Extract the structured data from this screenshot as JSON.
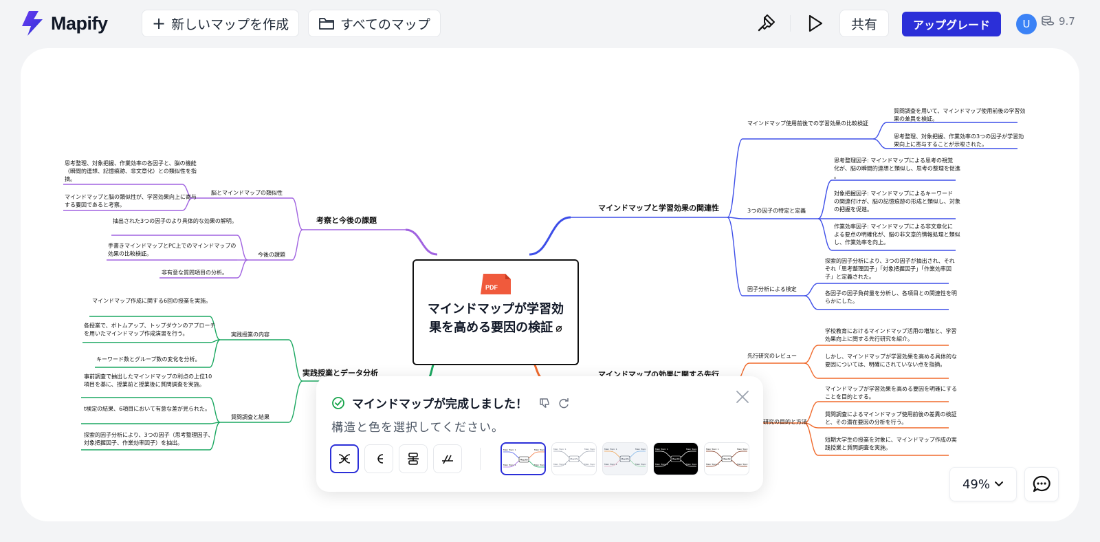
{
  "app": {
    "name": "Mapify",
    "new_map": "新しいマップを作成",
    "all_maps": "すべてのマップ",
    "share": "共有",
    "upgrade": "アップグレード",
    "avatar_initial": "U",
    "credits": "9.7",
    "icons": {
      "brand": "lightning-bolt-icon",
      "format": "paintbrush-icon",
      "play": "play-icon",
      "folder": "folder-icon",
      "credits": "coins-icon"
    }
  },
  "map": {
    "root": {
      "icon_label": "PDF",
      "title": "マインドマップが学習効果を高める要因の検証"
    },
    "branches": {
      "b1": "マインドマップと学習効果の関連性",
      "b2": "マインドマップの効果に関する先行",
      "b3": "考察と今後の課題",
      "b4": "実践授業とデータ分析"
    },
    "subs": {
      "b1s1": "マインドマップ使用前後での学習効果の比較検証",
      "b1s2": "3つの因子の特定と定義",
      "b1s3": "因子分析による検定",
      "b2s1": "先行研究のレビュー",
      "b2s2": "研究の目的と方法",
      "b3s1": "脳とマインドマップの類似性",
      "b3s2": "今後の課題",
      "b4s1": "実践授業の内容",
      "b4s2": "質問調査と結果"
    },
    "leaves": {
      "l1": "質問調査を用いて、マインドマップ使用前後の学習効果の差異を検証。",
      "l2": "思考整理、対象把握、作業効率の3つの因子が学習効果向上に寄与することが示唆された。",
      "l3": "思考整理因子: マインドマップによる思考の視覚化が、脳の瞬間的連想と類似し、思考の整理を促進。",
      "l4": "対象把握因子: マインドマップによるキーワードの関連付けが、脳の記憶痕跡の形成と類似し、対象の把握を促進。",
      "l5": "作業効率因子: マインドマップによる非文章化による要点の明確化が、脳の非文章的情報処理と類似し、作業効率を向上。",
      "l6": "探索的因子分析により、3つの因子が抽出され、それぞれ「思考整理因子」「対象把握因子」「作業効率因子」と定義された。",
      "l7": "各因子の因子負荷量を分析し、各項目との関連性を明らかにした。",
      "l8": "学校教育におけるマインドマップ活用の増加と、学習効果向上に関する先行研究を紹介。",
      "l9": "しかし、マインドマップが学習効果を高める具体的な要因については、明確にされていない点を指摘。",
      "l10": "マインドマップが学習効果を高める要因を明確にすることを目的とする。",
      "l11": "質問調査によるマインドマップ使用前後の差異の検証と、その潜在要因の分析を行う。",
      "l12": "短期大学生の授業を対象に、マインドマップ作成の実践授業と質問調査を実施。",
      "l13": "思考整理、対象把握、作業効率の各因子と、脳の機能（瞬間的連想、記憶痕跡、非文章化）との類似性を指摘。",
      "l14": "マインドマップと脳の類似性が、学習効果向上に寄与する要因であると考察。",
      "l15": "抽出された3つの因子のより具体的な効果の解明。",
      "l16": "手書きマインドマップとPC上でのマインドマップの効果の比較検証。",
      "l17": "非有意な質問項目の分析。",
      "l18": "マインドマップ作成に関する6回の授業を実施。",
      "l19": "各授業で、ボトムアップ、トップダウンのアプローチを用いたマインドマップ作成演習を行う。",
      "l20": "キーワード数とグループ数の変化を分析。",
      "l21": "事前調査で抽出したマインドマップの利点の上位10項目を基に、授業前と授業後に質問調査を実施。",
      "l22": "t検定の結果、6項目において有意な差が見られた。",
      "l23": "探索的因子分析により、3つの因子（思考整理因子、対象把握因子、作業効率因子）を抽出。"
    }
  },
  "popup": {
    "title": "マインドマップが完成しました！",
    "subtitle": "構造と色を選択してください。",
    "layouts": [
      "mindmap-both-sides-icon",
      "mindmap-right-icon",
      "org-chart-icon",
      "timeline-left-icon"
    ],
    "selected_layout": 0,
    "themes": [
      "theme-classic",
      "theme-light",
      "theme-soft",
      "theme-dark",
      "theme-mono"
    ],
    "selected_theme": 0,
    "thumb_center": "Mapify",
    "thumb_label": "Main Topic 1"
  },
  "zoom": {
    "level": "49%"
  },
  "colors": {
    "accent": "#2b2fd8",
    "branch_blue": "#3d4ee8",
    "branch_orange": "#f06a2c",
    "branch_purple": "#a062e0",
    "branch_green": "#1aa760",
    "pdf": "#f05a3c"
  }
}
